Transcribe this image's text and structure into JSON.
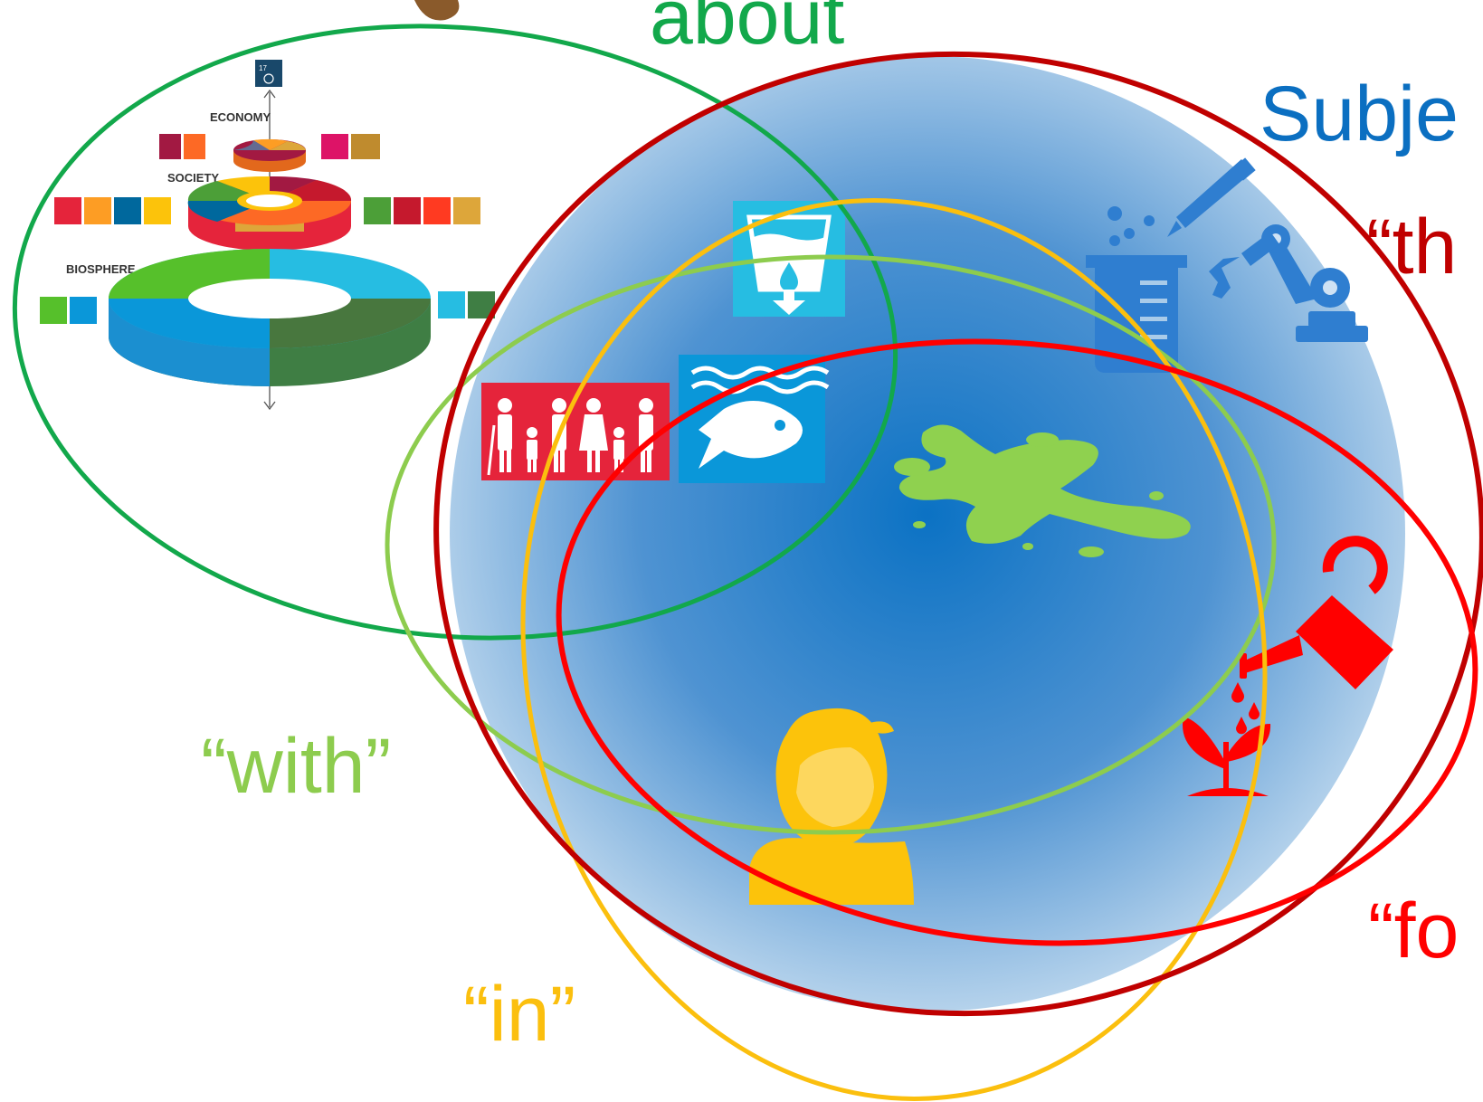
{
  "labels": {
    "about": "about",
    "subject": "Subje",
    "through": "“th",
    "with": "“with”",
    "in": "“in”",
    "for": "“fo"
  },
  "wedding_cake": {
    "levels": [
      "ECONOMY",
      "SOCIETY",
      "BIOSPHERE"
    ],
    "top_number": "17"
  },
  "colors": {
    "about": "#12a84b",
    "with": "#8dcc4e",
    "in": "#fbbf0e",
    "through": "#c00000",
    "for": "#ff0000",
    "subject": "#0b6fc1",
    "sphere_center": "#0b72c4",
    "sphere_edge": "#bcd7ee",
    "sdg_water": "#26bde2",
    "sdg_life_below_water": "#0a97d9",
    "sdg_no_poverty": "#e5243b",
    "person": "#fcc30b",
    "splash": "#8fd14f",
    "lab": "#2f7ed0"
  },
  "icons": [
    "sdg6-clean-water-icon",
    "sdg14-life-below-water-icon",
    "sdg1-no-poverty-icon",
    "lab-flask-icon",
    "robot-arm-icon",
    "splash-icon",
    "watering-can-icon",
    "seedling-icon",
    "person-icon"
  ]
}
